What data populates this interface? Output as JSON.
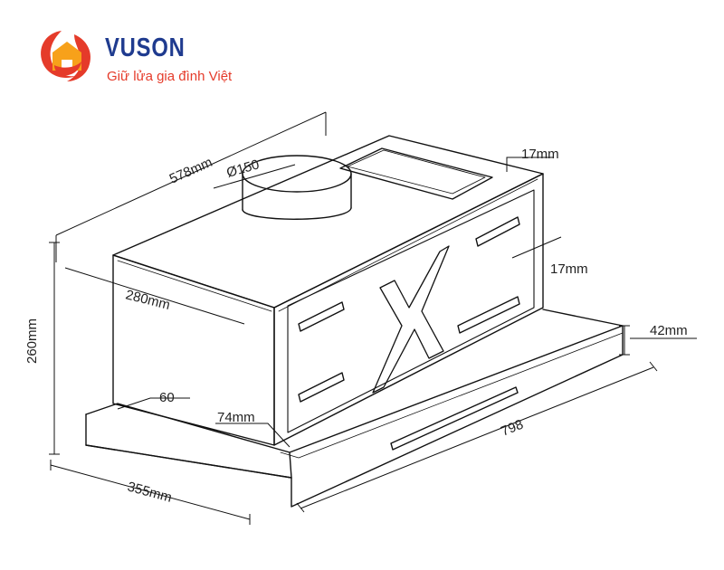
{
  "brand": {
    "name": "VUSON",
    "tagline": "Giữ lửa gia đình Việt",
    "colors": {
      "primary": "#1f3b8f",
      "accent": "#e53b2a",
      "secondary": "#f7a11a"
    }
  },
  "dimensions": {
    "depth_total": "578mm",
    "duct_diameter": "Ø150",
    "side_gap_top": "17mm",
    "side_gap_right": "17mm",
    "body_depth": "280mm",
    "height": "260mm",
    "panel_height": "42mm",
    "front_offset": "60",
    "front_inset": "74mm",
    "width": "798",
    "panel_depth": "355mm"
  }
}
